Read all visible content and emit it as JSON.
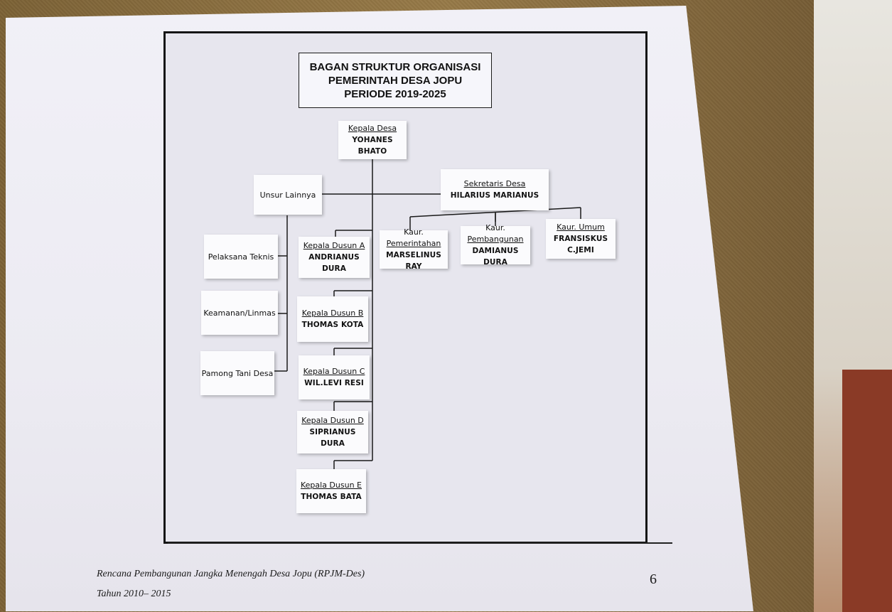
{
  "title": {
    "line1": "BAGAN STRUKTUR ORGANISASI",
    "line2": "PEMERINTAH DESA JOPU",
    "line3": "PERIODE 2019-2025"
  },
  "kepala_desa": {
    "role": "Kepala Desa",
    "name": "YOHANES BHATO"
  },
  "sekretaris": {
    "role": "Sekretaris Desa",
    "name": "HILARIUS MARIANUS"
  },
  "unsur_lainnya": "Unsur Lainnya",
  "kaur": [
    {
      "prefix": "Kaur. ",
      "role": "Pemerintahan",
      "name": "MARSELINUS RAY"
    },
    {
      "prefix": "Kaur. ",
      "role": "Pembangunan",
      "name": "DAMIANUS DURA"
    },
    {
      "prefix": "",
      "role": "Kaur. Umum",
      "name": "FRANSISKUS C.JEMI"
    }
  ],
  "unsur_items": [
    "Pelaksana Teknis",
    "Keamanan/Linmas",
    "Pamong Tani Desa"
  ],
  "dusun": [
    {
      "role": "Kepala Dusun A",
      "name": "ANDRIANUS DURA"
    },
    {
      "role": "Kepala Dusun B",
      "name": "THOMAS KOTA"
    },
    {
      "role": "Kepala Dusun C",
      "name": "WIL.LEVI RESI"
    },
    {
      "role": "Kepala Dusun D",
      "name": "SIPRIANUS DURA"
    },
    {
      "role": "Kepala Dusun E",
      "name": "THOMAS BATA"
    }
  ],
  "footer": {
    "line1": "Rencana Pembangunan Jangka Menengah Desa Jopu (RPJM-Des)",
    "line2": "Tahun 2010– 2015",
    "page_number": "6"
  }
}
